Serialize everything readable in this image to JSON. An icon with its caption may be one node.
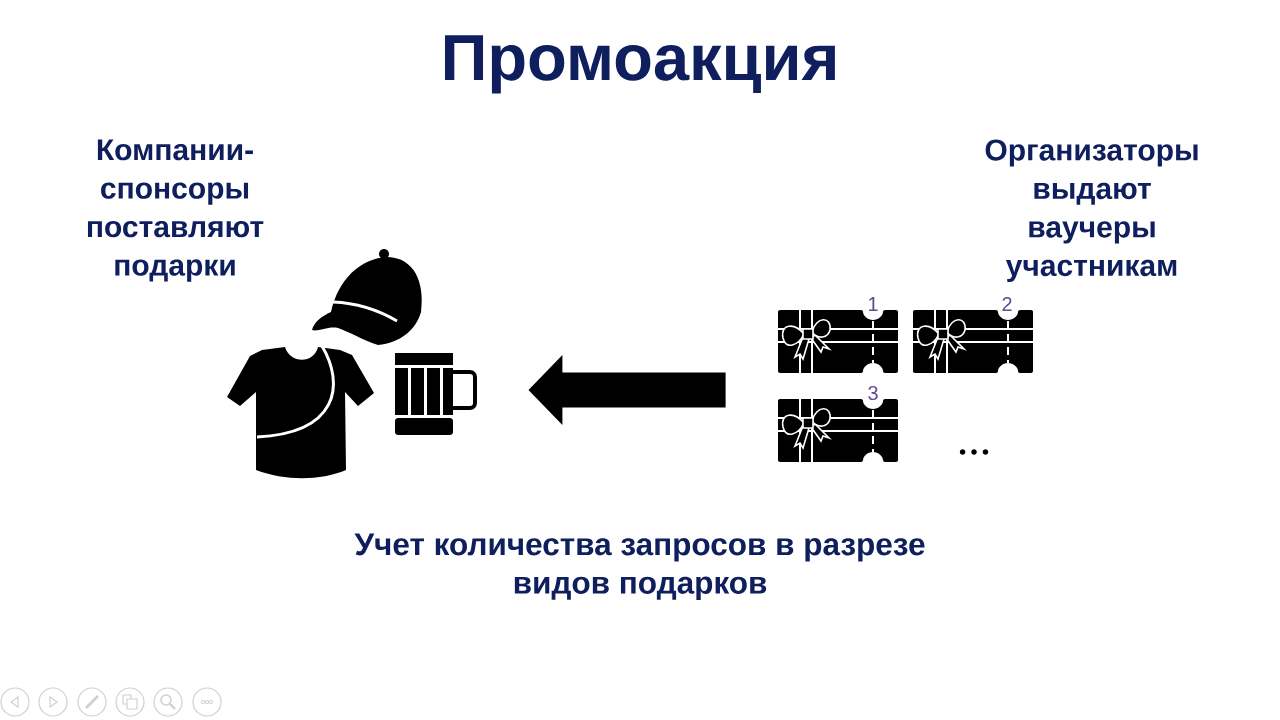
{
  "diagram": {
    "title": "Промоакция",
    "nodes": [
      {
        "text": [],
        "shape": "picture",
        "beside": [
          "Компании-спонсоры поставляют подарки"
        ]
      },
      {
        "text": [],
        "shape": "picture",
        "beside": [
          "Организаторы выдают ваучеры участникам"
        ]
      }
    ],
    "edges": [
      {
        "from": 1,
        "to": 0,
        "arrow": "to"
      }
    ],
    "labels": [
      "1",
      "2",
      "3",
      "…",
      "Учет количества запросов в разрезе видов подарков"
    ]
  }
}
